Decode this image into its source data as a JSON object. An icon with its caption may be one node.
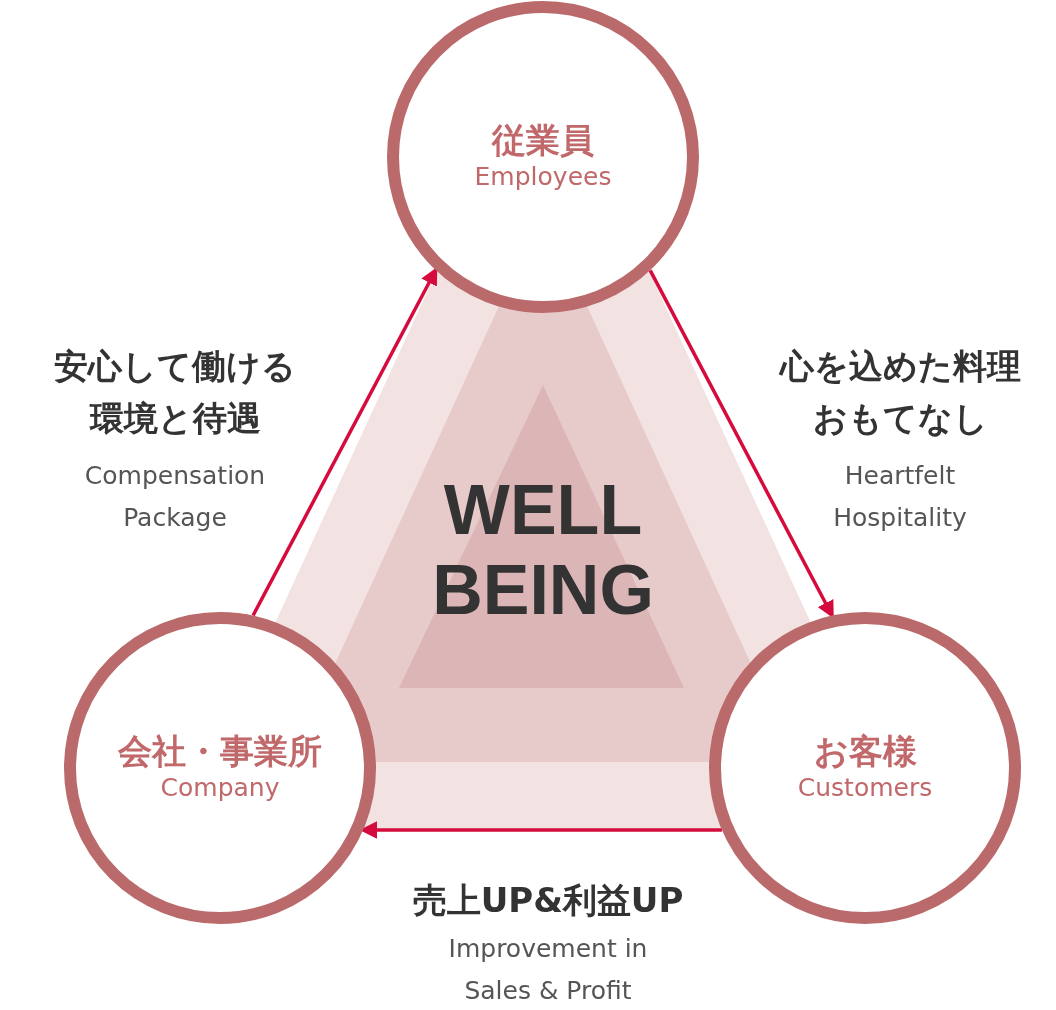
{
  "diagram": {
    "nodes": [
      {
        "text": [
          "従業員",
          "Employees"
        ]
      },
      {
        "text": [
          "お客様",
          "Customers"
        ]
      },
      {
        "text": [
          "会社・事業所",
          "Company"
        ]
      },
      {
        "text": [
          "WELL BEING"
        ]
      }
    ],
    "edges": [
      {
        "from": 2,
        "to": 0,
        "arrow": "to"
      },
      {
        "from": 0,
        "to": 1,
        "arrow": "to"
      },
      {
        "from": 1,
        "to": 2,
        "arrow": "to"
      }
    ],
    "labels": [
      "安心して働ける環境と待遇",
      "Compensation Package",
      "心を込めた料理おもてなし",
      "Heartfelt Hospitality",
      "売上UP&利益UP",
      "Improvement in Sales & Profit"
    ]
  }
}
